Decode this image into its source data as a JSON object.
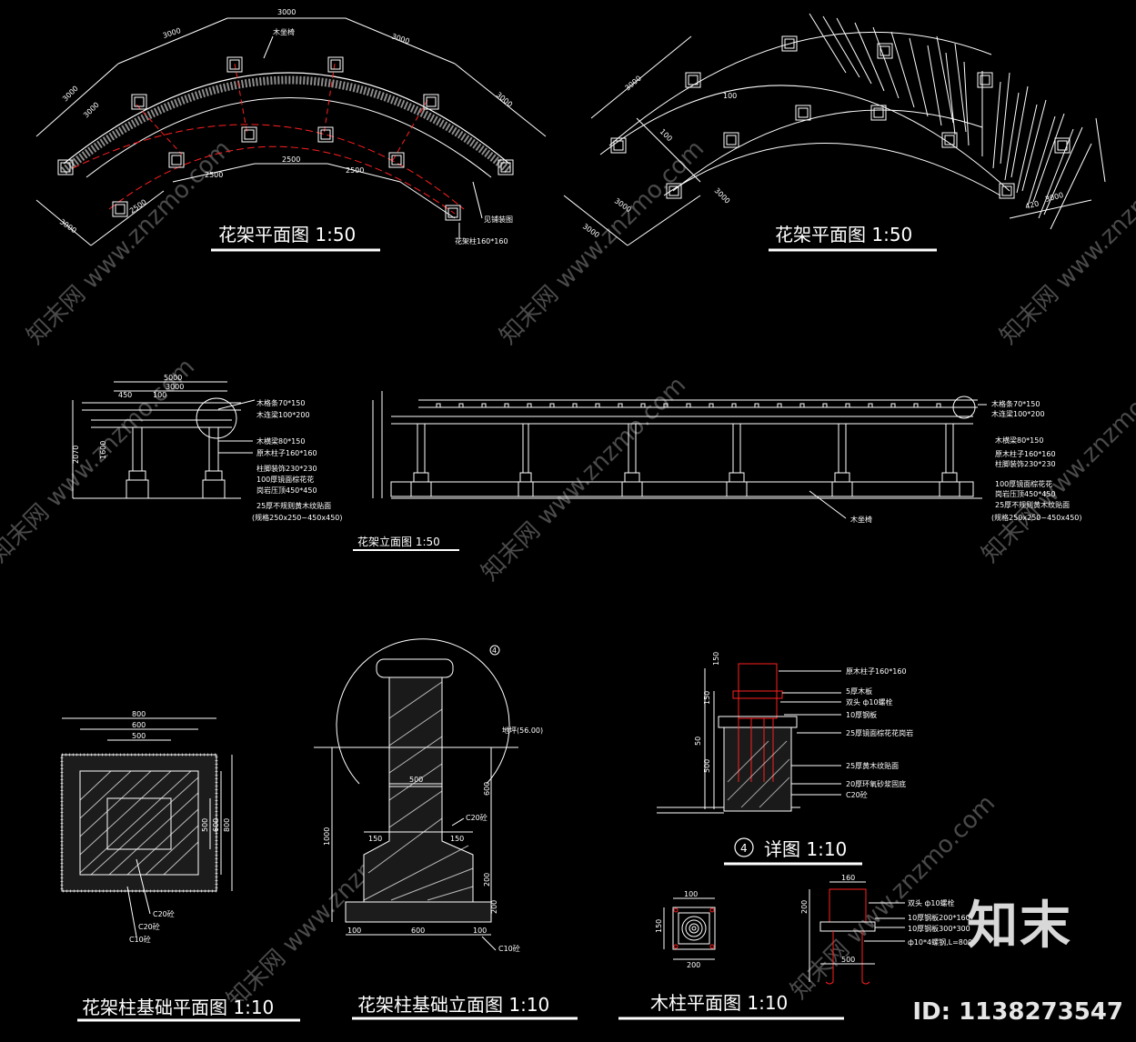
{
  "titles": {
    "plan_a": "花架平面图  1:50",
    "plan_b": "花架平面图  1:50",
    "elevation": "花架立面图  1:50",
    "detail": "详图  1:10",
    "detail_num": "4",
    "foundation_plan": "花架柱基础平面图  1:10",
    "foundation_elev": "花架柱基础立面图  1:10",
    "column_plan": "木柱平面图  1:10"
  },
  "plan_a": {
    "dims": [
      "3000",
      "3000",
      "3000",
      "3000",
      "3000",
      "3000",
      "3000",
      "2500",
      "2500",
      "2500",
      "2500"
    ],
    "labels": [
      "木坐椅",
      "见铺装图",
      "花架柱160*160"
    ]
  },
  "plan_b": {
    "dims": [
      "3000",
      "3000",
      "3000",
      "3000",
      "3000",
      "100",
      "100",
      "420"
    ]
  },
  "elevation": {
    "dims_top": [
      "5000",
      "3000",
      "450",
      "100"
    ],
    "dims_side": [
      "2070",
      "1600"
    ],
    "labels_left": [
      "木格条70*150",
      "木连梁100*200",
      "木横梁80*150",
      "原木柱子160*160",
      "柱脚装饰230*230",
      "100厚镜面棕花花",
      "岗岩压顶450*450",
      "25厚不规则黄木纹贴面",
      "(规格250x250~450x450)"
    ],
    "labels_right": [
      "木格条70*150",
      "木连梁100*200",
      "木横梁80*150",
      "原木柱子160*160",
      "柱脚装饰230*230",
      "100厚镜面棕花花",
      "岗岩压顶450*450",
      "25厚不规则黄木纹贴面",
      "(规格250x250~450x450)"
    ],
    "bench_label": "木坐椅"
  },
  "foundation_plan": {
    "dims": [
      "800",
      "600",
      "500",
      "500",
      "600",
      "800"
    ],
    "labels": [
      "C20砼",
      "C20砼",
      "C10砼"
    ]
  },
  "foundation_elev": {
    "ground": "地坪(56.00)",
    "dims": [
      "500",
      "600",
      "150",
      "150",
      "200",
      "1000",
      "100",
      "600",
      "100",
      "200"
    ],
    "labels": [
      "C20砼",
      "C10砼"
    ],
    "detail_ref": "4"
  },
  "detail": {
    "labels": [
      "原木柱子160*160",
      "5厚木板",
      "双头 ф10螺栓",
      "10厚钢板",
      "25厚镜面棕花花岗岩",
      "25厚黄木纹贴面",
      "20厚环氧砂浆固底",
      "C20砼"
    ],
    "dims": [
      "150",
      "150",
      "50",
      "500"
    ]
  },
  "column_plan": {
    "dims": [
      "100",
      "150",
      "200",
      "160",
      "500",
      "200"
    ],
    "labels": [
      "双头 ф10螺栓",
      "10厚钢板200*160",
      "10厚钢板300*300",
      "ф10*4螺钢,L=800"
    ]
  },
  "watermarks": [
    "知末网 www.znzmo.com",
    "知末网 www.znzmo.com",
    "知末网 www.znzmo.com",
    "知末网 www.znzmo.com",
    "知末网 www.znzmo.com",
    "知末网 www.znzmo.com",
    "知末网 www.znzmo.com",
    "知末网 www.znzmo.com"
  ],
  "brand": "知末",
  "doc_id": "ID: 1138273547",
  "colors": {
    "line": "#ffffff",
    "accent": "#ff2020",
    "watermark": "#4a4a4a"
  }
}
